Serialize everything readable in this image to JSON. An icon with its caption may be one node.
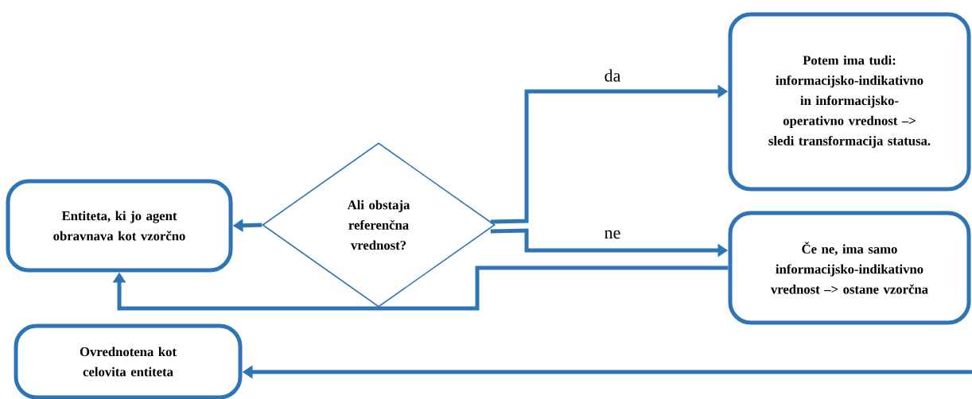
{
  "diagram": {
    "nodes": [
      {
        "text": [
          "Entiteta, ki jo agent obravnava kot vzorčno"
        ]
      },
      {
        "text": [
          "Ali obstaja referenčna vrednost?"
        ]
      },
      {
        "text": [
          "Potem ima tudi: informacijsko-indikativno in informacijsko-operativno vrednost –> sledi transformacija statusa."
        ]
      },
      {
        "text": [
          "Če ne, ima samo informacijsko-indikativno vrednost –> ostane vzorčna"
        ]
      },
      {
        "text": [
          "Ovrednotena kot celovita entiteta"
        ]
      }
    ],
    "edges": [
      {
        "from": 1,
        "to": 0,
        "arrow": "to"
      },
      {
        "from": 1,
        "to": 2,
        "arrow": "to",
        "label": "da"
      },
      {
        "from": 1,
        "to": 3,
        "arrow": "to",
        "label": "ne"
      },
      {
        "from": 3,
        "to": 0,
        "arrow": "to"
      },
      {
        "from": null,
        "to": 4,
        "arrow": "to"
      }
    ]
  }
}
